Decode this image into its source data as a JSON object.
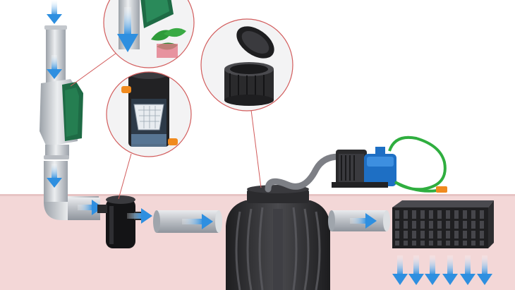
{
  "diagram": {
    "components": [
      {
        "id": "downpipe-filter",
        "label": ""
      },
      {
        "id": "leaf-separator",
        "label": ""
      },
      {
        "id": "inline-filter",
        "label": ""
      },
      {
        "id": "tank-access-cover",
        "label": ""
      },
      {
        "id": "underground-tank",
        "label": ""
      },
      {
        "id": "pump",
        "label": ""
      },
      {
        "id": "garden-hose",
        "label": ""
      },
      {
        "id": "infiltration-crates",
        "label": ""
      }
    ],
    "flow": [
      "downpipe-filter",
      "inline-filter",
      "underground-tank",
      "infiltration-crates"
    ]
  },
  "colors": {
    "ground": "#f3d7d7",
    "pipe": "#cfd2d6",
    "flow_arrow": "#2e8fe0",
    "filter_green": "#1e6b45",
    "tank": "#2f2f31",
    "pump_blue": "#1e6fc4",
    "hose_green": "#2fae3f",
    "callout_border": "#d25c5c",
    "accent_orange": "#f08a1e"
  },
  "icons": [
    "down-arrow-icon",
    "right-arrow-icon",
    "leaf-icon"
  ]
}
